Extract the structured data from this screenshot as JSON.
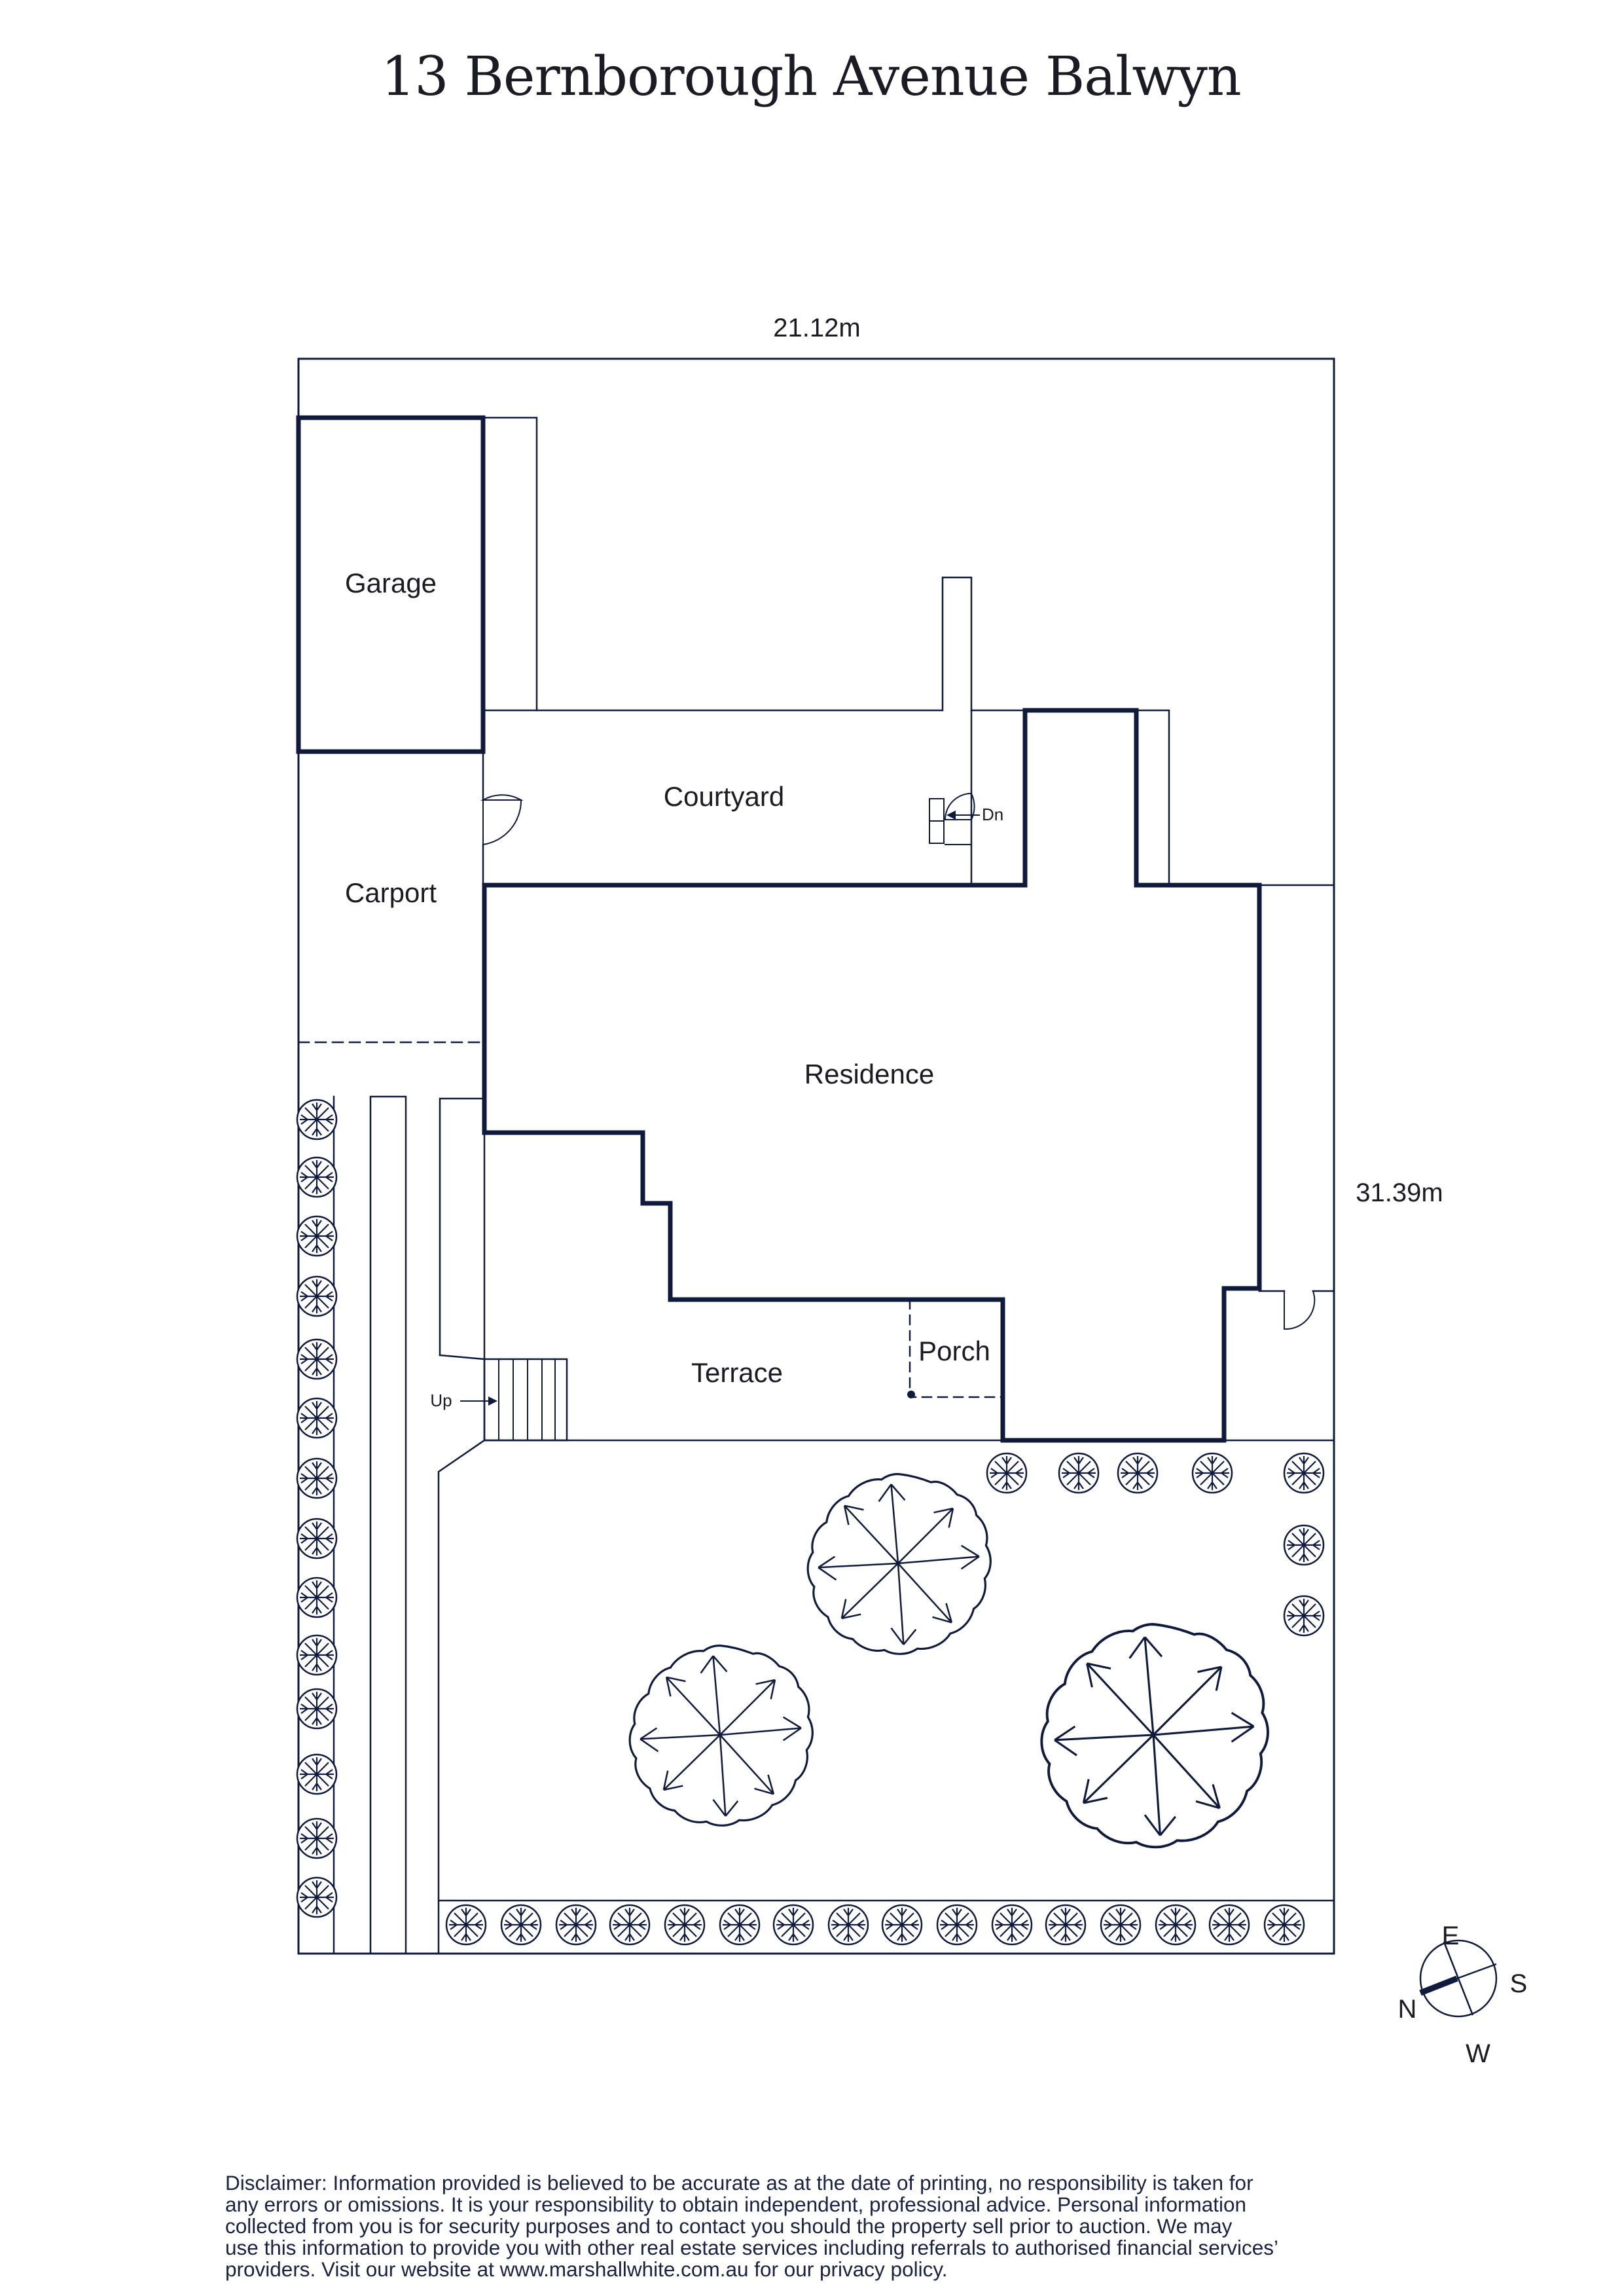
{
  "title": "13 Bernborough Avenue Balwyn",
  "dimensions": {
    "width_label": "21.12m",
    "depth_label": "31.39m"
  },
  "rooms": {
    "garage": "Garage",
    "courtyard": "Courtyard",
    "carport": "Carport",
    "residence": "Residence",
    "terrace": "Terrace",
    "porch": "Porch"
  },
  "stairs": {
    "down": "Dn",
    "up": "Up"
  },
  "compass": {
    "north": "N",
    "east": "E",
    "south": "S",
    "west": "W"
  },
  "disclaimer": "Disclaimer: Information provided is believed to be accurate as at the date of printing, no responsibility is taken for\nany errors or omissions. It is your responsibility to obtain independent, professional advice. Personal information\ncollected from you is for security purposes and to contact you should the property sell prior to auction. We may\nuse this information to provide you with other real estate services including referrals to authorised financial services’\nproviders. Visit our website at www.marshallwhite.com.au for our privacy policy.",
  "colors": {
    "line": "#0f1a3c",
    "text": "#1b1b24"
  }
}
